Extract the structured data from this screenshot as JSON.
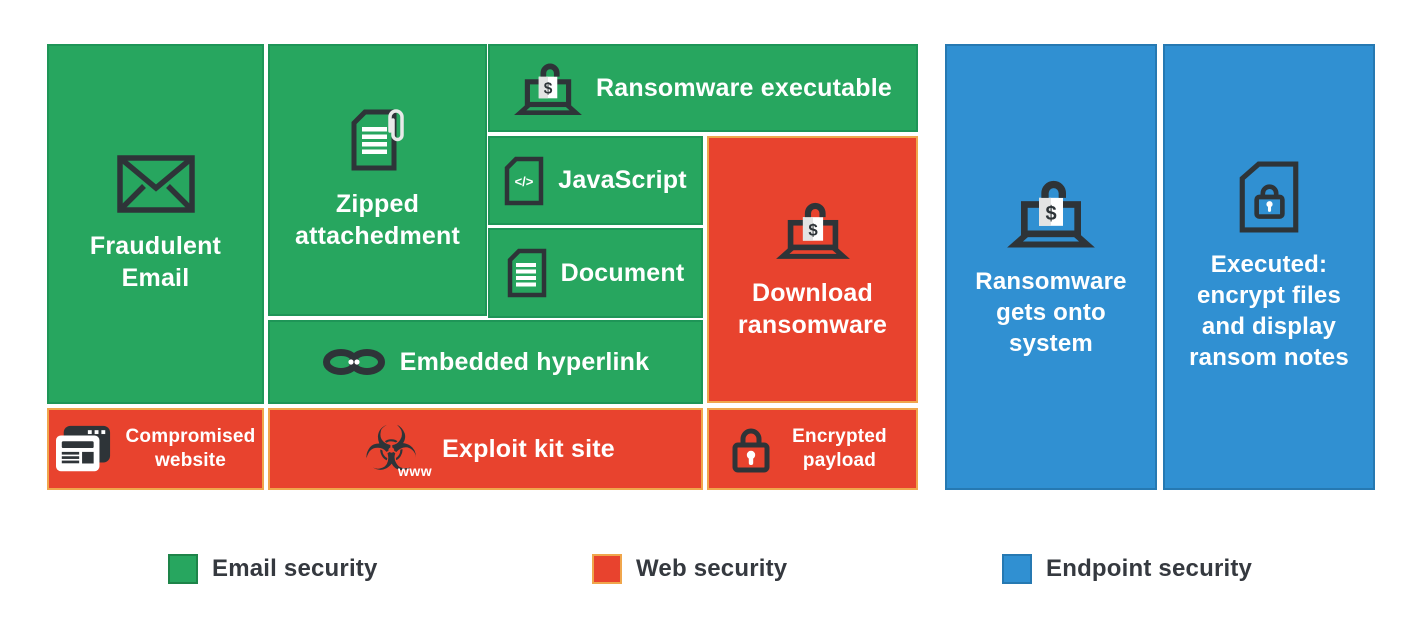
{
  "title": "Ransomware attack chain security coverage diagram",
  "colors": {
    "email_security_green": "#27A65F",
    "web_security_red": "#E8432E",
    "web_security_border": "#F0A64C",
    "endpoint_security_blue": "#3090D2",
    "icon_dark": "#2E3438",
    "block_text": "#FFFFFF",
    "legend_text": "#35393F",
    "background": "#FFFFFF"
  },
  "blocks": {
    "fraudulent_email": {
      "label": "Fraudulent Email",
      "category": "email-security"
    },
    "zipped_attachment": {
      "label": "Zipped attachedment",
      "category": "email-security"
    },
    "ransomware_executable": {
      "label": "Ransomware executable",
      "category": "email-security"
    },
    "javascript": {
      "label": "JavaScript",
      "category": "email-security"
    },
    "document": {
      "label": "Document",
      "category": "email-security"
    },
    "download_ransomware": {
      "label": "Download ransomware",
      "category": "web-security"
    },
    "embedded_hyperlink": {
      "label": "Embedded hyperlink",
      "category": "email-security"
    },
    "compromised_website": {
      "label": "Compromised website",
      "category": "web-security"
    },
    "exploit_kit_site": {
      "label": "Exploit kit site",
      "category": "web-security"
    },
    "encrypted_payload": {
      "label": "Encrypted payload",
      "category": "web-security"
    },
    "ransomware_gets_onto_system": {
      "label": "Ransomware gets onto system",
      "category": "endpoint-security"
    },
    "executed": {
      "label": "Executed: encrypt files and display ransom notes",
      "category": "endpoint-security"
    }
  },
  "icon_text": {
    "dollar": "$",
    "code": "</>",
    "www": "www",
    "biohazard": "☣"
  },
  "legend": {
    "email": {
      "label": "Email security",
      "color": "#27A65F"
    },
    "web": {
      "label": "Web security",
      "color": "#E8432E"
    },
    "endpoint": {
      "label": "Endpoint security",
      "color": "#3090D2"
    }
  }
}
